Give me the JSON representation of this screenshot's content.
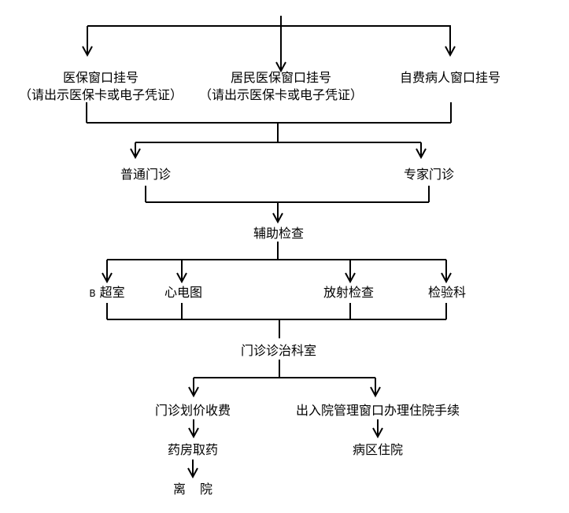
{
  "registration": {
    "insurance_window": "医保窗口挂号",
    "insurance_note": "（请出示医保卡或电子凭证）",
    "resident_window": "居民医保窗口挂号",
    "resident_note": "（请出示医保卡或电子凭证）",
    "selfpay_window": "自费病人窗口挂号"
  },
  "clinic": {
    "general": "普通门诊",
    "specialist": "专家门诊"
  },
  "exam": {
    "title": "辅助检查",
    "b_prefix": "B",
    "ultrasound": "超室",
    "ecg": "心电图",
    "radiology": "放射检查",
    "lab": "检验科"
  },
  "treatment": {
    "room": "门诊诊治科室"
  },
  "billing": {
    "charge": "门诊划价收费",
    "pharmacy": "药房取药",
    "leave_a": "离",
    "leave_b": "院"
  },
  "admission": {
    "procedure": "出入院管理窗口办理住院手续",
    "ward": "病区住院"
  },
  "style": {
    "line_color": "#000000",
    "text_color": "#000000",
    "background": "#ffffff"
  }
}
